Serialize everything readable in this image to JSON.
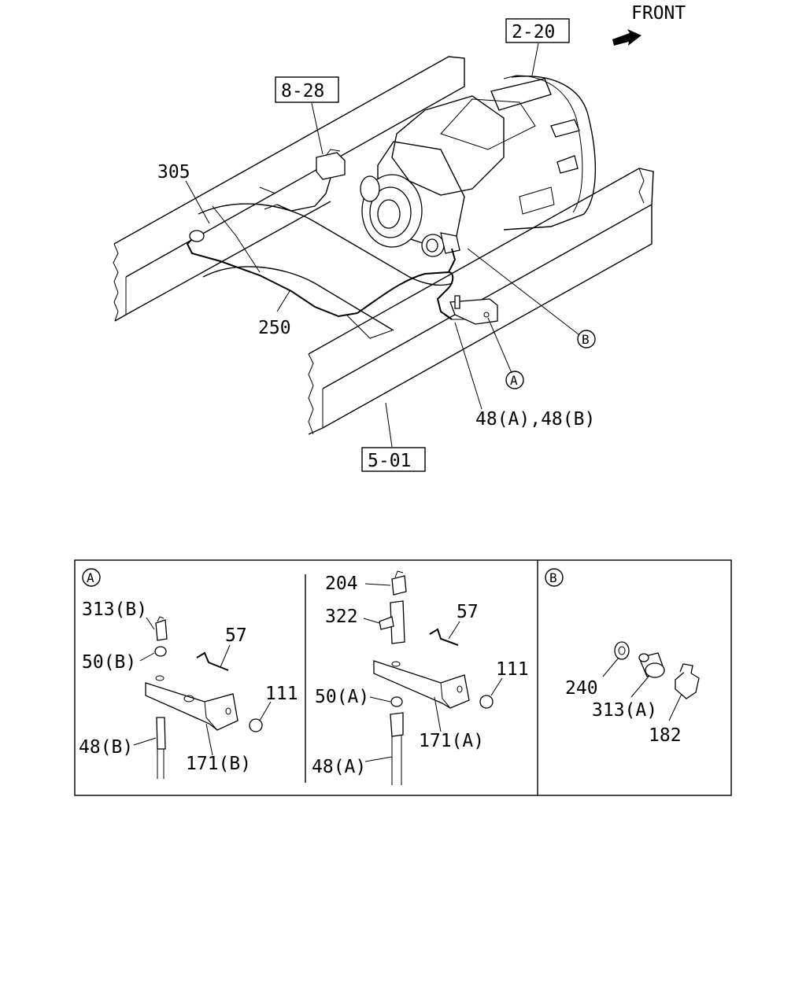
{
  "direction_label": "FRONT",
  "ref_boxes": {
    "r1": "2-20",
    "r2": "8-28",
    "r3": "5-01"
  },
  "main_labels": {
    "l305": "305",
    "l250": "250",
    "l48ab": "48(A),48(B)",
    "markA": "A",
    "markB": "B"
  },
  "detail_A_left": {
    "marker": "A",
    "p313b": "313(B)",
    "p50b": "50(B)",
    "p57": "57",
    "p111": "111",
    "p48b": "48(B)",
    "p171b": "171(B)"
  },
  "detail_A_right": {
    "p204": "204",
    "p322": "322",
    "p57": "57",
    "p111": "111",
    "p50a": "50(A)",
    "p171a": "171(A)",
    "p48a": "48(A)"
  },
  "detail_B": {
    "marker": "B",
    "p240": "240",
    "p313a": "313(A)",
    "p182": "182"
  }
}
